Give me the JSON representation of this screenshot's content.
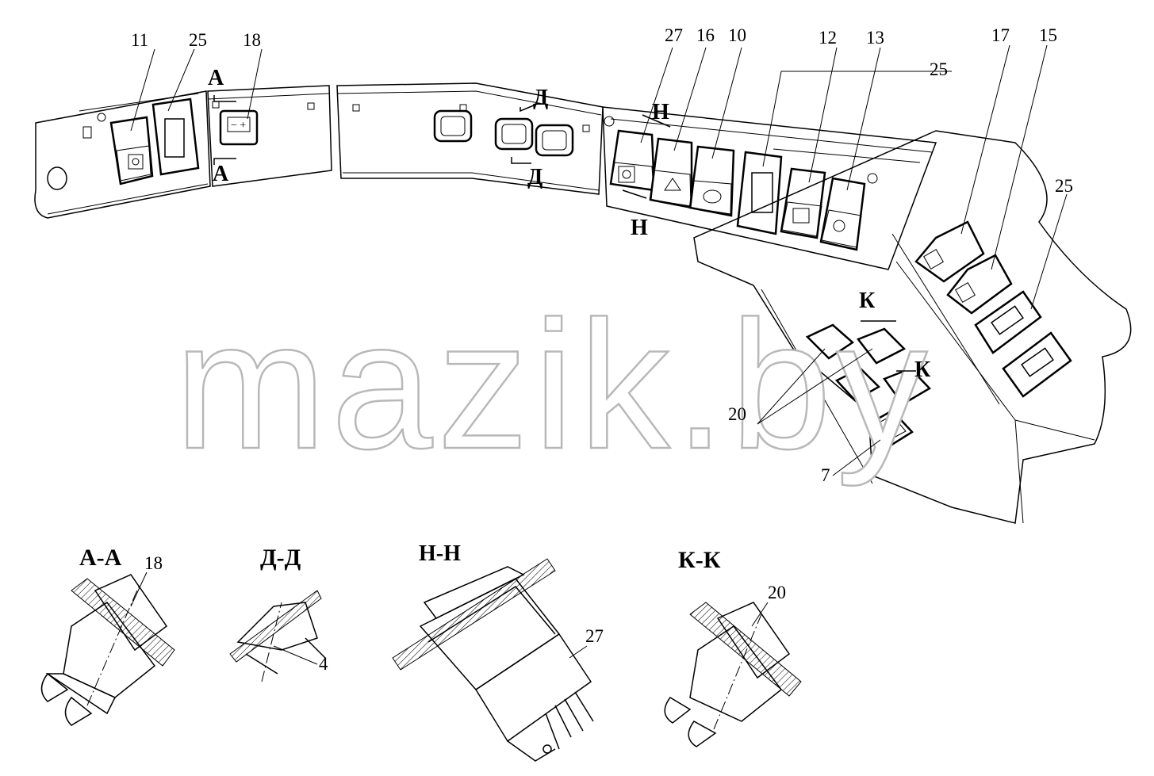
{
  "callouts": [
    {
      "id": "c11",
      "text": "11"
    },
    {
      "id": "c25a",
      "text": "25"
    },
    {
      "id": "c18",
      "text": "18"
    },
    {
      "id": "c27",
      "text": "27"
    },
    {
      "id": "c16",
      "text": "16"
    },
    {
      "id": "c10",
      "text": "10"
    },
    {
      "id": "c12",
      "text": "12"
    },
    {
      "id": "c13",
      "text": "13"
    },
    {
      "id": "c25b",
      "text": "25"
    },
    {
      "id": "c17",
      "text": "17"
    },
    {
      "id": "c15",
      "text": "15"
    },
    {
      "id": "c25c",
      "text": "25"
    },
    {
      "id": "c20",
      "text": "20"
    },
    {
      "id": "c7",
      "text": "7"
    }
  ],
  "section_marks": {
    "a_top": "А",
    "a_bottom": "А",
    "d_top": "Д",
    "d_bottom": "Д",
    "n_top": "Н",
    "n_bottom": "Н",
    "k_top": "К",
    "k_right": "К"
  },
  "sections": {
    "aa": {
      "title": "А-А",
      "callout": "18"
    },
    "dd": {
      "title": "Д-Д",
      "callout": "4"
    },
    "nn": {
      "title": "Н-Н",
      "callout": "27"
    },
    "kk": {
      "title": "К-К",
      "callout": "20"
    }
  },
  "watermark": "mazik.by",
  "colors": {
    "line": "#000000",
    "watermark_stroke": "#b8b8b8",
    "background": "#ffffff"
  }
}
